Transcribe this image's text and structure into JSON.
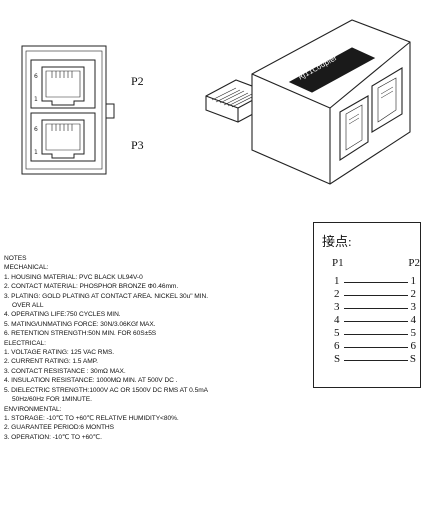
{
  "ports": {
    "top": "P2",
    "bottom": "P3"
  },
  "jack_pin_marks": {
    "high": "6",
    "low": "1"
  },
  "product_label": "RJ11Coupler",
  "notes": [
    {
      "text": "NOTES",
      "indent": false
    },
    {
      "text": "MECHANICAL:",
      "indent": false
    },
    {
      "text": "1. HOUSING MATERIAL: PVC BLACK  UL94V-0",
      "indent": false
    },
    {
      "text": "2. CONTACT MATERIAL: PHOSPHOR BRONZE Φ0.46mm.",
      "indent": false
    },
    {
      "text": "3. PLATING: GOLD PLATING AT CONTACT  AREA. NICKEL 30u\" MIN.",
      "indent": false
    },
    {
      "text": "OVER ALL",
      "indent": true
    },
    {
      "text": "4. OPERATING LIFE:750 CYCLES MIN.",
      "indent": false
    },
    {
      "text": "5. MATING/UNMATING FORCE: 30N/3.06KGf MAX.",
      "indent": false
    },
    {
      "text": "6. RETENTION STRENGTH:50N MIN. FOR 60S±5S",
      "indent": false
    },
    {
      "text": "ELECTRICAL:",
      "indent": false
    },
    {
      "text": "1. VOLTAGE RATING: 125 VAC RMS.",
      "indent": false
    },
    {
      "text": "2. CURRENT RATING: 1.5 AMP.",
      "indent": false
    },
    {
      "text": "3. CONTACT RESISTANCE : 30mΩ MAX.",
      "indent": false
    },
    {
      "text": "4. INSULATION RESISTANCE: 1000MΩ  MIN. AT 500V DC .",
      "indent": false
    },
    {
      "text": "5. DIELECTRIC STRENGTH:1000V AC OR 1500V DC RMS AT 0.5mA",
      "indent": false
    },
    {
      "text": "50Hz/60Hz FOR 1MINUTE.",
      "indent": true
    },
    {
      "text": "ENVIRONMENTAL:",
      "indent": false
    },
    {
      "text": "1. STORAGE: -10℃ TO +60℃ RELATIVE HUMIDITY<80%.",
      "indent": false
    },
    {
      "text": "2. GUARANTEE PERIOD:6 MONTHS",
      "indent": false
    },
    {
      "text": "3. OPERATION: -10℃ TO +60℃.",
      "indent": false
    }
  ],
  "pin_table": {
    "title": "接点:",
    "left_header": "P1",
    "right_header": "P2",
    "rows": [
      {
        "left": "1",
        "right": "1"
      },
      {
        "left": "2",
        "right": "2"
      },
      {
        "left": "3",
        "right": "3"
      },
      {
        "left": "4",
        "right": "4"
      },
      {
        "left": "5",
        "right": "5"
      },
      {
        "left": "6",
        "right": "6"
      },
      {
        "left": "S",
        "right": "S"
      }
    ]
  }
}
